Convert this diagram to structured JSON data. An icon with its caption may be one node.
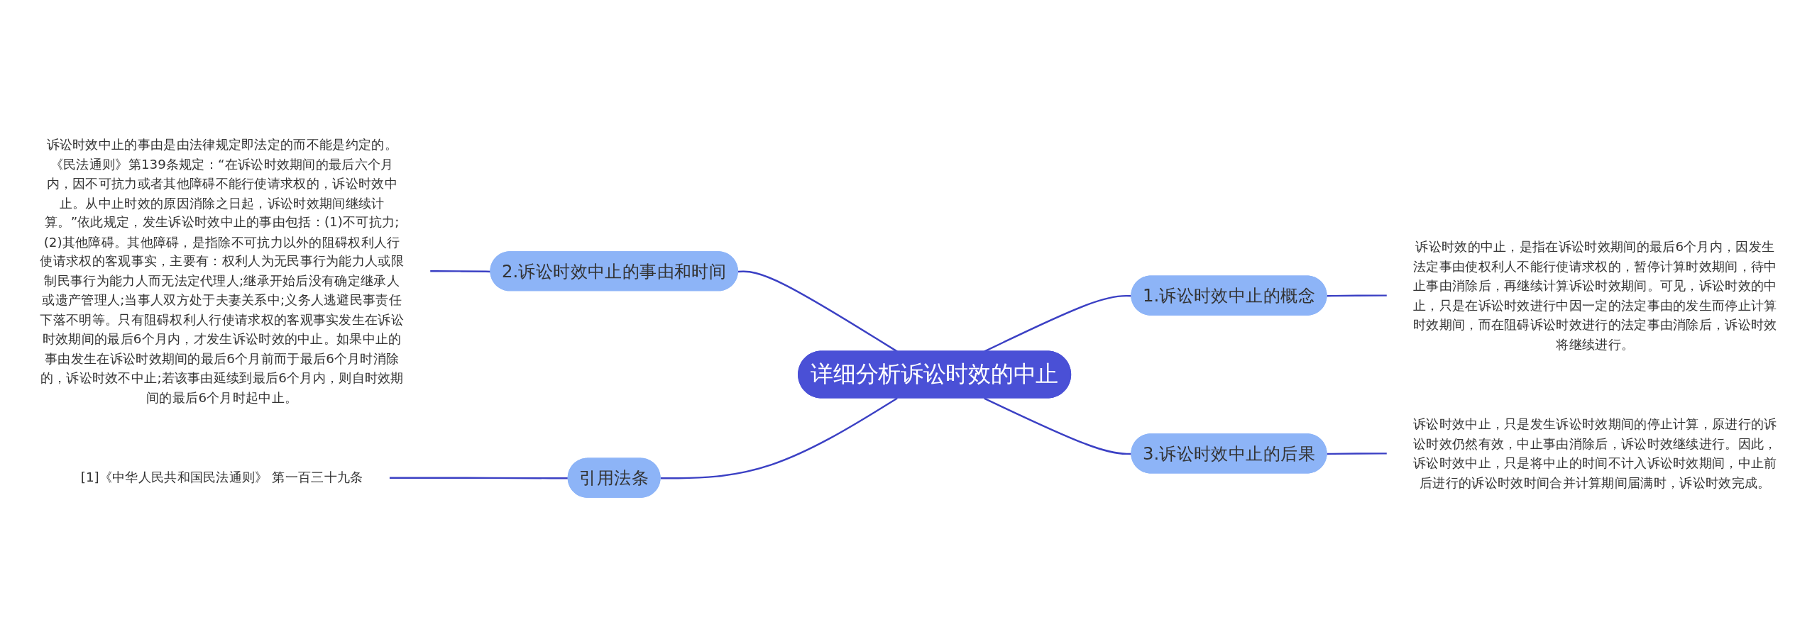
{
  "diagram": {
    "nodes": [
      {
        "text": [
          "详细分析诉讼时效的中止"
        ]
      },
      {
        "text": [
          "1.诉讼时效中止的概念"
        ]
      },
      {
        "text": [
          "诉讼时效的中止，是指在诉讼时效期间的最后6个月内，因发生法定事由使权利人不能行使请求权的，暂停计算时效期间，待中止事由消除后，再继续计算诉讼时效期间。可见，诉讼时效的中止，只是在诉讼时效进行中因一定的法定事由的发生而停止计算时效期间，而在阻碍诉讼时效进行的法定事由消除后，诉讼时效将继续进行。"
        ]
      },
      {
        "text": [
          "2.诉讼时效中止的事由和时间"
        ]
      },
      {
        "text": [
          "诉讼时效中止的事由是由法律规定即法定的而不能是约定的。《民法通则》第139条规定：“在诉讼时效期间的最后六个月内，因不可抗力或者其他障碍不能行使请求权的，诉讼时效中止。从中止时效的原因消除之日起，诉讼时效期间继续计算。”依此规定，发生诉讼时效中止的事由包括：(1)不可抗力;(2)其他障碍。其他障碍，是指除不可抗力以外的阻碍权利人行使请求权的客观事实，主要有：权利人为无民事行为能力人或限制民事行为能力人而无法定代理人;继承开始后没有确定继承人或遗产管理人;当事人双方处于夫妻关系中;义务人逃避民事责任下落不明等。只有阻碍权利人行使请求权的客观事实发生在诉讼时效期间的最后6个月内，才发生诉讼时效的中止。如果中止的事由发生在诉讼时效期间的最后6个月前而于最后6个月时消除的，诉讼时效不中止;若该事由延续到最后6个月内，则自时效期间的最后6个月时起中止。"
        ]
      },
      {
        "text": [
          "3.诉讼时效中止的后果"
        ]
      },
      {
        "text": [
          "诉讼时效中止，只是发生诉讼时效期间的停止计算，原进行的诉讼时效仍然有效，中止事由消除后，诉讼时效继续进行。因此，诉讼时效中止，只是将中止的时间不计入诉讼时效期间，中止前后进行的诉讼时效时间合并计算期间届满时，诉讼时效完成。"
        ]
      },
      {
        "text": [
          "引用法条"
        ]
      },
      {
        "text": [
          "[1]《中华人民共和国民法通则》 第一百三十九条"
        ]
      }
    ],
    "edges": [
      {
        "from": 0,
        "to": 1,
        "arrow": "none"
      },
      {
        "from": 1,
        "to": 2,
        "arrow": "none"
      },
      {
        "from": 0,
        "to": 3,
        "arrow": "none"
      },
      {
        "from": 3,
        "to": 4,
        "arrow": "none"
      },
      {
        "from": 0,
        "to": 5,
        "arrow": "none"
      },
      {
        "from": 5,
        "to": 6,
        "arrow": "none"
      },
      {
        "from": 0,
        "to": 7,
        "arrow": "none"
      },
      {
        "from": 7,
        "to": 8,
        "arrow": "none"
      }
    ]
  }
}
